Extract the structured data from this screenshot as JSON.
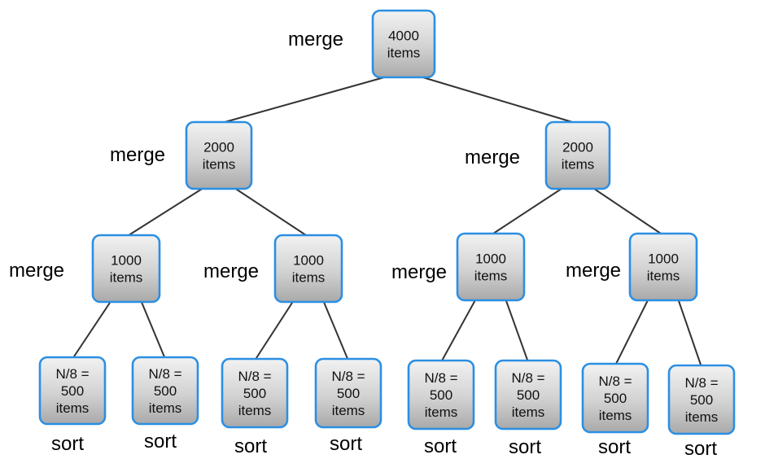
{
  "nodes": [
    {
      "id": "root",
      "lines": [
        "4000",
        "items"
      ],
      "label": "merge"
    },
    {
      "id": "L",
      "lines": [
        "2000",
        "items"
      ],
      "label": "merge"
    },
    {
      "id": "R",
      "lines": [
        "2000",
        "items"
      ],
      "label": "merge"
    },
    {
      "id": "LL",
      "lines": [
        "1000",
        "items"
      ],
      "label": "merge"
    },
    {
      "id": "LR",
      "lines": [
        "1000",
        "items"
      ],
      "label": "merge"
    },
    {
      "id": "RL",
      "lines": [
        "1000",
        "items"
      ],
      "label": "merge"
    },
    {
      "id": "RR",
      "lines": [
        "1000",
        "items"
      ],
      "label": "merge"
    },
    {
      "id": "LL1",
      "lines": [
        "N/8 =",
        "500",
        "items"
      ],
      "label": "sort"
    },
    {
      "id": "LL2",
      "lines": [
        "N/8 =",
        "500",
        "items"
      ],
      "label": "sort"
    },
    {
      "id": "LR1",
      "lines": [
        "N/8 =",
        "500",
        "items"
      ],
      "label": "sort"
    },
    {
      "id": "LR2",
      "lines": [
        "N/8 =",
        "500",
        "items"
      ],
      "label": "sort"
    },
    {
      "id": "RL1",
      "lines": [
        "N/8 =",
        "500",
        "items"
      ],
      "label": "sort"
    },
    {
      "id": "RL2",
      "lines": [
        "N/8 =",
        "500",
        "items"
      ],
      "label": "sort"
    },
    {
      "id": "RR1",
      "lines": [
        "N/8 =",
        "500",
        "items"
      ],
      "label": "sort"
    },
    {
      "id": "RR2",
      "lines": [
        "N/8 =",
        "500",
        "items"
      ],
      "label": "sort"
    }
  ],
  "edges": [
    [
      "root",
      "L"
    ],
    [
      "root",
      "R"
    ],
    [
      "L",
      "LL"
    ],
    [
      "L",
      "LR"
    ],
    [
      "R",
      "RL"
    ],
    [
      "R",
      "RR"
    ],
    [
      "LL",
      "LL1"
    ],
    [
      "LL",
      "LL2"
    ],
    [
      "LR",
      "LR1"
    ],
    [
      "LR",
      "LR2"
    ],
    [
      "RL",
      "RL1"
    ],
    [
      "RL",
      "RL2"
    ],
    [
      "RR",
      "RR1"
    ],
    [
      "RR",
      "RR2"
    ]
  ],
  "colors": {
    "box_border": "#2b8fe3",
    "box_fill_light": "#f2f2f2",
    "box_fill_dark": "#a9a9a9",
    "edge": "#333333",
    "text": "#000000"
  }
}
